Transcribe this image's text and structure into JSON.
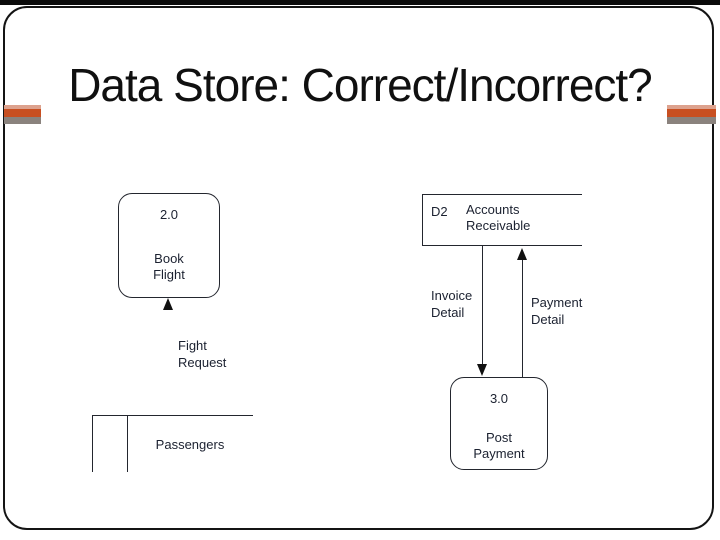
{
  "slide": {
    "title": "Data Store: Correct/Incorrect?",
    "accent_colors": {
      "salmon": "#dda28e",
      "orange": "#c84f21",
      "gray": "#8a827d"
    },
    "border_color": "#141414",
    "background": "#ffffff"
  },
  "diagram": {
    "process_book_flight": {
      "number": "2.0",
      "name_line1": "Book",
      "name_line2": "Flight"
    },
    "flow_fight_request": {
      "line1": "Fight",
      "line2": "Request"
    },
    "datastore_passengers": {
      "label": "Passengers"
    },
    "datastore_accounts_receivable": {
      "id": "D2",
      "name_line1": "Accounts",
      "name_line2": "Receivable"
    },
    "flow_invoice_detail": {
      "line1": "Invoice",
      "line2": "Detail"
    },
    "flow_payment_detail": {
      "line1": "Payment",
      "line2": "Detail"
    },
    "process_post_payment": {
      "number": "3.0",
      "name_line1": "Post",
      "name_line2": "Payment"
    }
  }
}
